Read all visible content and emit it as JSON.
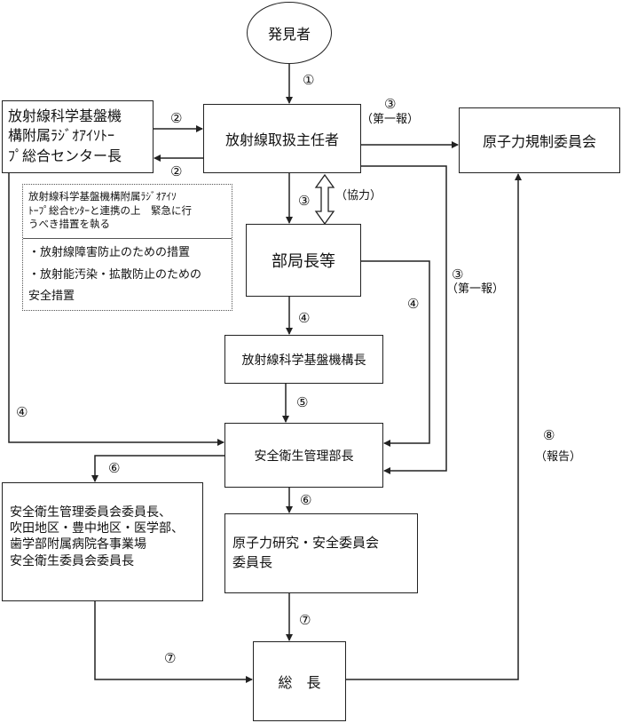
{
  "nodes": {
    "discoverer": "発見者",
    "radiation_officer": "放射線取扱主任者",
    "ri_center_director": [
      "放射線科学基盤機",
      "構附属ﾗｼﾞｵｱｲｿﾄｰ",
      "ﾌﾟ総合センター長"
    ],
    "nra": "原子力規制委員会",
    "department_heads": "部局長等",
    "radiation_institute_director": "放射線科学基盤機構長",
    "safety_director": "安全衛生管理部長",
    "safety_committee_chairs": [
      "安全衛生管理委員会委員長、",
      "吹田地区・豊中地区・医学部、",
      "歯学部附属病院各事業場",
      "安全衛生委員会委員長"
    ],
    "nuclear_committee_chair": [
      "原子力研究・安全委員会",
      "委員長"
    ],
    "president": "総　長"
  },
  "measures_box": {
    "header": [
      "放射線科学基盤機構附属ﾗｼﾞｵｱｲｿ",
      "ﾄｰﾌﾟ総合ｾﾝﾀｰと連携の上　緊急に行",
      "うべき措置を執る"
    ],
    "items": [
      "・放射線障害防止のための措置",
      "・放射能汚染・拡散防止のための",
      "安全措置"
    ]
  },
  "edge_labels": {
    "step1": "①",
    "step2_to_center": "②",
    "step2_from_center": "②",
    "step3_nra": "③",
    "first_report_nra": "（第一報）",
    "step3_dept": "③",
    "cooperation": "（協力）",
    "step3_safety": "③",
    "first_report_safety": "（第一報）",
    "step4_institute": "④",
    "step4_dept_safety": "④",
    "step4_left": "④",
    "step5": "⑤",
    "step6_left": "⑥",
    "step6_nuclear": "⑥",
    "step7_left": "⑦",
    "step7_nuclear": "⑦",
    "step8": "⑧",
    "report": "（報告）"
  },
  "colors": {
    "line": "#222222",
    "background": "#ffffff"
  }
}
